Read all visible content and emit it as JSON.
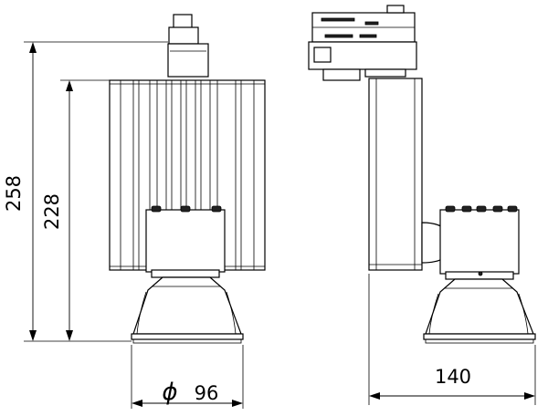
{
  "dimensions": {
    "total_height": "258",
    "body_height": "228",
    "diameter_symbol": "ϕ",
    "diameter": "96",
    "depth": "140"
  }
}
